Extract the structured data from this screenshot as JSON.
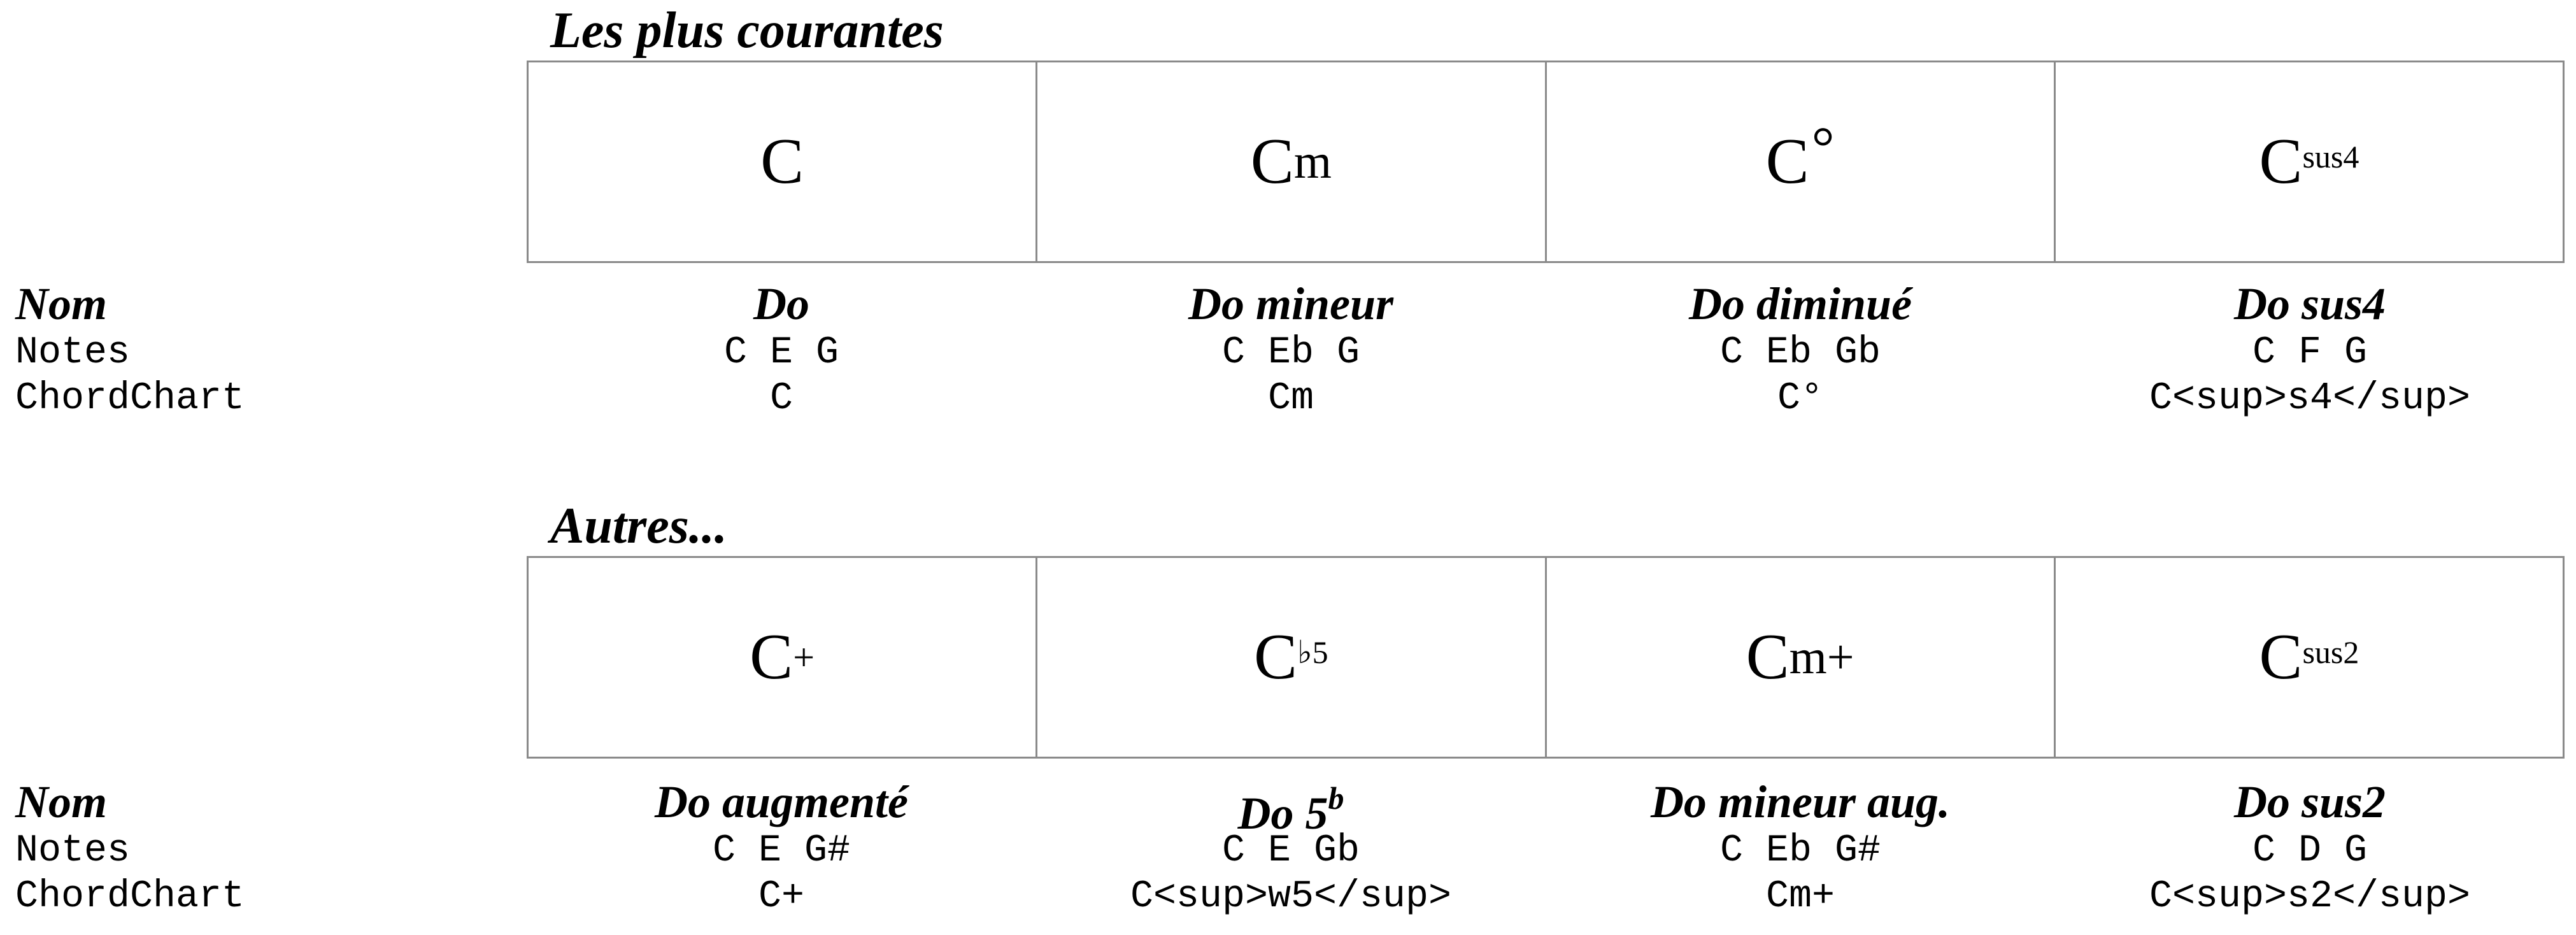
{
  "labels": {
    "nom": "Nom",
    "notes": "Notes",
    "chordchart": "ChordChart"
  },
  "sections": [
    {
      "title": "Les plus courantes",
      "chords": [
        {
          "symbol_root": "C",
          "symbol_mod": "",
          "symbol_sup": "",
          "name": "Do",
          "name_sup": "",
          "notes": "C E G",
          "chordchart": "C"
        },
        {
          "symbol_root": "C",
          "symbol_mod": "m",
          "symbol_sup": "",
          "name": "Do mineur",
          "name_sup": "",
          "notes": "C Eb G",
          "chordchart": "Cm"
        },
        {
          "symbol_root": "C",
          "symbol_mod": "",
          "symbol_sup": "°",
          "name": "Do diminué",
          "name_sup": "",
          "notes": "C Eb Gb",
          "chordchart": "C°"
        },
        {
          "symbol_root": "C",
          "symbol_mod": "",
          "symbol_sup": "sus4",
          "name": "Do sus4",
          "name_sup": "",
          "notes": "C F G",
          "chordchart": "C<sup>s4</sup>"
        }
      ]
    },
    {
      "title": "Autres...",
      "chords": [
        {
          "symbol_root": "C",
          "symbol_mod": "+",
          "symbol_sup": "",
          "name": "Do augmenté",
          "name_sup": "",
          "notes": "C E G#",
          "chordchart": "C+"
        },
        {
          "symbol_root": "C",
          "symbol_mod": "",
          "symbol_sup": "♭5",
          "name": "Do 5",
          "name_sup": "b",
          "notes": "C E Gb",
          "chordchart": "C<sup>w5</sup>"
        },
        {
          "symbol_root": "C",
          "symbol_mod": "m+",
          "symbol_sup": "",
          "name": "Do mineur aug.",
          "name_sup": "",
          "notes": "C Eb G#",
          "chordchart": "Cm+"
        },
        {
          "symbol_root": "C",
          "symbol_mod": "",
          "symbol_sup": "sus2",
          "name": "Do sus2",
          "name_sup": "",
          "notes": "C D G",
          "chordchart": "C<sup>s2</sup>"
        }
      ]
    }
  ]
}
